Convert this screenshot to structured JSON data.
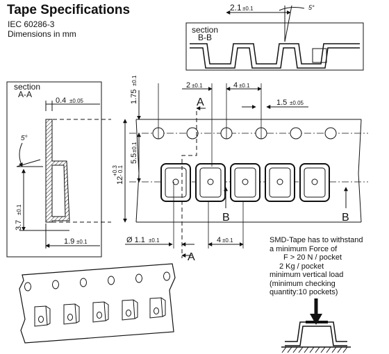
{
  "header": {
    "title": "Tape Specifications",
    "standard": "IEC 60286-3",
    "units": "Dimensions in mm"
  },
  "section_bb": {
    "label_line1": "section",
    "label_line2": "B-B",
    "dim_pitch": "2.1",
    "dim_pitch_tol": "±0.1",
    "angle": "5°"
  },
  "section_aa": {
    "label_line1": "section",
    "label_line2": "A-A",
    "dim_thickness": "0.4",
    "dim_thickness_tol": "±0.05",
    "angle": "5°",
    "dim_depth": "3.7",
    "dim_depth_tol": "±0.1",
    "dim_width": "1.9",
    "dim_width_tol": "±0.1"
  },
  "tape_view": {
    "dim_edge": "1.75",
    "dim_edge_tol": "±0.1",
    "dim_center": "5.5",
    "dim_center_tol": "±0.1",
    "dim_width": "12",
    "dim_width_tol_plus": "+0.3",
    "dim_width_tol_minus": "- 0.1",
    "dim_hole_offset": "2",
    "dim_hole_offset_tol": "±0.1",
    "dim_hole_pitch": "4",
    "dim_hole_pitch_tol": "±0.1",
    "dim_hole_dia": "1.5",
    "dim_hole_dia_tol": "±0.05",
    "dim_pocket_hole": "Ø 1.1",
    "dim_pocket_hole_tol": "±0.1",
    "dim_pocket_pitch": "4",
    "dim_pocket_pitch_tol": "±0.1",
    "marker_a": "A",
    "marker_b": "B"
  },
  "force_note": {
    "line1": "SMD-Tape has to withstand",
    "line2": "a minimum Force of",
    "line3": "F > 20 N / pocket",
    "line4": "2 Kg / pocket",
    "line5": "minimum vertical load",
    "line6": "(minimum checking",
    "line7": "quantity:10 pockets)"
  }
}
